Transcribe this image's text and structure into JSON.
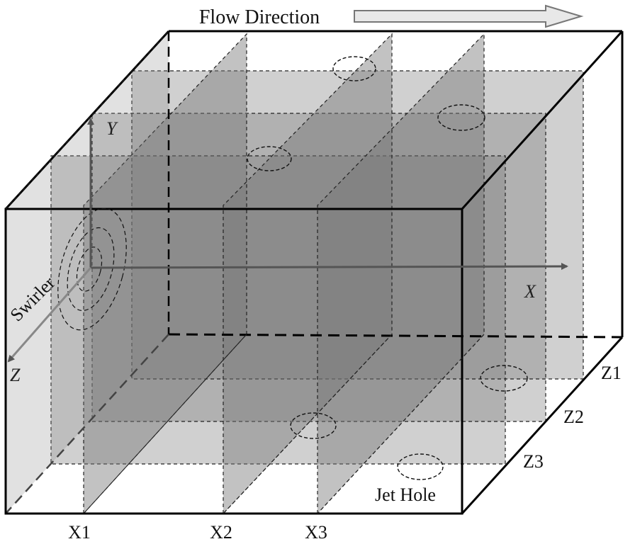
{
  "labels": {
    "flow_direction": "Flow Direction",
    "axis_y": "Y",
    "axis_x": "X",
    "axis_z": "Z",
    "swirler": "Swirler",
    "jet_hole": "Jet Hole",
    "x1": "X1",
    "x2": "X2",
    "x3": "X3",
    "z1": "Z1",
    "z2": "Z2",
    "z3": "Z3"
  },
  "colors": {
    "plane_fill": "#777777",
    "axis": "#555555",
    "frame": "#000000",
    "arrow_fill": "#e8e8e8"
  }
}
